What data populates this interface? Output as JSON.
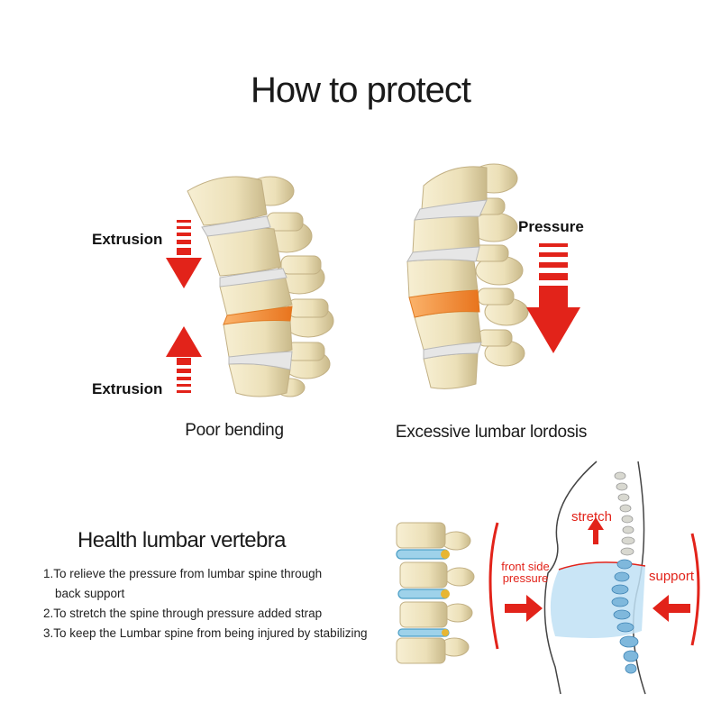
{
  "title": "How to protect",
  "panel_left": {
    "label_top": "Extrusion",
    "label_bottom": "Extrusion",
    "caption": "Poor bending"
  },
  "panel_right": {
    "label": "Pressure",
    "caption": "Excessive lumbar lordosis"
  },
  "health": {
    "heading": "Health lumbar vertebra",
    "items": [
      "1.To relieve the pressure from lumbar spine through",
      "back support",
      "2.To stretch the spine through pressure added strap",
      "3.To keep the Lumbar spine from being injured by stabilizing"
    ]
  },
  "body_diagram": {
    "stretch": "stretch",
    "front_line1": "front side",
    "front_line2": "pressure",
    "support": "support"
  },
  "colors": {
    "arrow_red": "#e2231a",
    "bone": "#efe3bf",
    "disc_orange": "#f08a2a",
    "disc_blue": "#8fc6e0",
    "belly_blue": "#bfe0f5"
  }
}
